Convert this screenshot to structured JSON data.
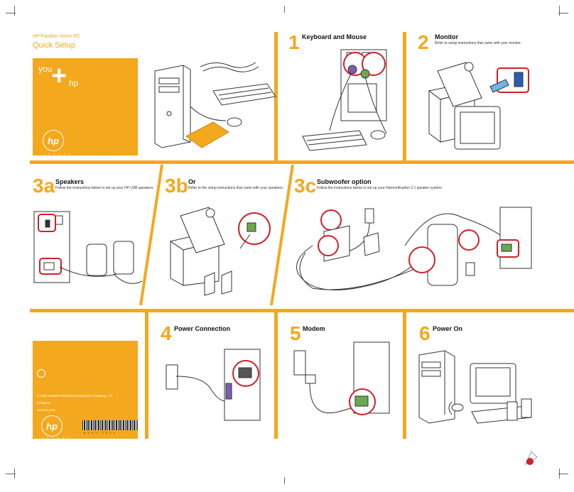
{
  "header": {
    "product": "HP Pavilion home PC",
    "title": "Quick Setup"
  },
  "brand": {
    "you": "you",
    "hp": "hp",
    "logo": "hp",
    "tagline": "i n v e n t"
  },
  "steps": [
    {
      "num": "1",
      "title": "Keyboard and Mouse",
      "desc": ""
    },
    {
      "num": "2",
      "title": "Monitor",
      "desc": "Refer to setup instructions that came with your monitor."
    },
    {
      "num": "3a",
      "title": "Speakers",
      "desc": "Follow the instructions below to set up your HP USB speakers."
    },
    {
      "num": "3b",
      "title": "Or",
      "desc": "Refer to the setup instructions that came with your speakers."
    },
    {
      "num": "3c",
      "title": "Subwoofer option",
      "desc": "Follow the instructions below to set up your HarmonKardon 2.1 speaker system."
    },
    {
      "num": "4",
      "title": "Power Connection",
      "desc": ""
    },
    {
      "num": "5",
      "title": "Modem",
      "desc": ""
    },
    {
      "num": "6",
      "title": "Power On",
      "desc": ""
    }
  ],
  "footer": {
    "copyright": "© 2004 Hewlett-Packard Development Company, L.P.",
    "printed": "Printed in",
    "url": "www.hp.com",
    "barcode_text": "5 9 9 1 - 7 9 1 1"
  },
  "colors": {
    "accent": "#f4a81d",
    "highlight": "#d0202a",
    "plug_green": "#6aa84f"
  }
}
